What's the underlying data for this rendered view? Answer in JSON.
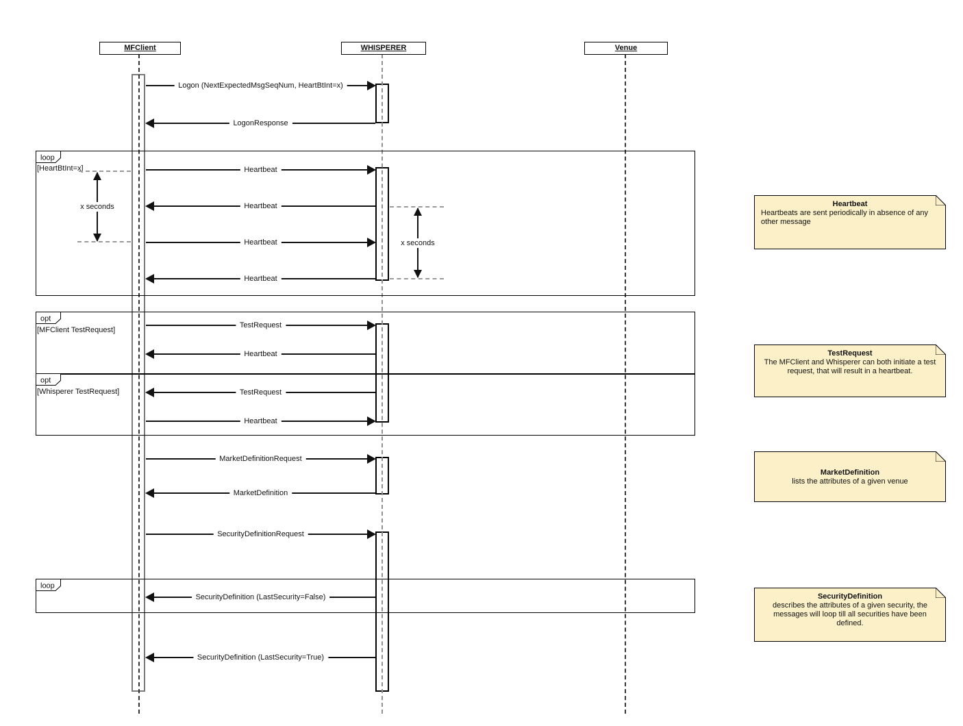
{
  "diagram": {
    "participants": [
      {
        "label": "MFClient"
      },
      {
        "label": "WHISPERER"
      },
      {
        "label": "Venue"
      }
    ],
    "frames": [
      {
        "kind": "loop",
        "guard": "[HeartBtInt=x]"
      },
      {
        "kind": "opt",
        "guard": "[MFClient TestRequest]"
      },
      {
        "kind": "opt",
        "guard": "[Whisperer TestRequest]"
      },
      {
        "kind": "loop",
        "guard": ""
      }
    ],
    "messages": [
      {
        "label": "Logon (NextExpectedMsgSeqNum, HeartBtInt=x)",
        "from": "MFClient",
        "to": "WHISPERER",
        "direction": "right"
      },
      {
        "label": "LogonResponse",
        "from": "WHISPERER",
        "to": "MFClient",
        "direction": "left"
      },
      {
        "label": "Heartbeat",
        "from": "MFClient",
        "to": "WHISPERER",
        "direction": "right"
      },
      {
        "label": "Heartbeat",
        "from": "WHISPERER",
        "to": "MFClient",
        "direction": "left"
      },
      {
        "label": "Heartbeat",
        "from": "MFClient",
        "to": "WHISPERER",
        "direction": "right"
      },
      {
        "label": "Heartbeat",
        "from": "WHISPERER",
        "to": "MFClient",
        "direction": "left"
      },
      {
        "label": "TestRequest",
        "from": "MFClient",
        "to": "WHISPERER",
        "direction": "right"
      },
      {
        "label": "Heartbeat",
        "from": "WHISPERER",
        "to": "MFClient",
        "direction": "left"
      },
      {
        "label": "TestRequest",
        "from": "WHISPERER",
        "to": "MFClient",
        "direction": "left"
      },
      {
        "label": "Heartbeat",
        "from": "MFClient",
        "to": "WHISPERER",
        "direction": "right"
      },
      {
        "label": "MarketDefinitionRequest",
        "from": "MFClient",
        "to": "WHISPERER",
        "direction": "right"
      },
      {
        "label": "MarketDefinition",
        "from": "WHISPERER",
        "to": "MFClient",
        "direction": "left"
      },
      {
        "label": "SecurityDefinitionRequest",
        "from": "MFClient",
        "to": "WHISPERER",
        "direction": "right"
      },
      {
        "label": "SecurityDefinition (LastSecurity=False)",
        "from": "WHISPERER",
        "to": "MFClient",
        "direction": "left"
      },
      {
        "label": "SecurityDefinition (LastSecurity=True)",
        "from": "WHISPERER",
        "to": "MFClient",
        "direction": "left"
      }
    ],
    "timers": [
      {
        "label": "x seconds"
      },
      {
        "label": "x seconds"
      }
    ],
    "notes": [
      {
        "title": "Heartbeat",
        "body": "Heartbeats are sent periodically in absence of any other message"
      },
      {
        "title": "TestRequest",
        "body": "The MFClient and Whisperer can both initiate a test request, that will result in a heartbeat."
      },
      {
        "title": "MarketDefinition",
        "body": "lists the attributes of a given venue"
      },
      {
        "title": "SecurityDefinition",
        "body": "describes the attributes of a given security, the messages will loop till all securities have been defined."
      }
    ],
    "colors": {
      "note_fill": "#FBF0C8",
      "note_border": "#000000",
      "line": "#111111",
      "lifeline_gray": "#919191"
    }
  }
}
